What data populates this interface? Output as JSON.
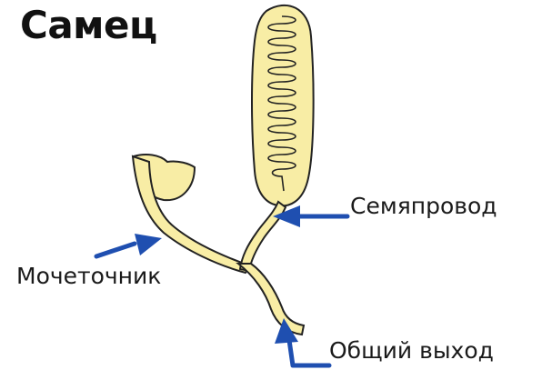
{
  "title": "Самец",
  "labels": {
    "seminal_duct": "Семяпровод",
    "urinary_duct": "Мочеточник",
    "common_outlet": "Общий выход"
  },
  "colors": {
    "organ_fill": "#f8eda5",
    "organ_stroke": "#222222",
    "arrow": "#1f4fb0"
  }
}
